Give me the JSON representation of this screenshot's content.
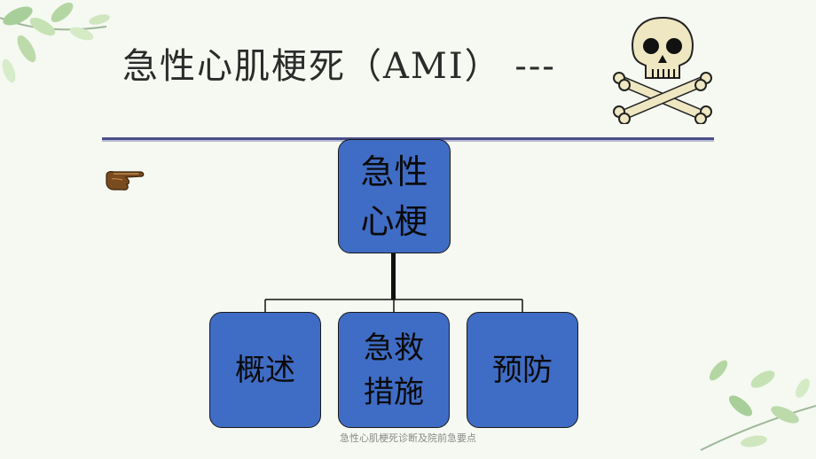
{
  "slide": {
    "title": "急性心肌梗死（AMI） ---",
    "footer": "急性心肌梗死诊断及院前急要点"
  },
  "diagram": {
    "root": "急性心梗",
    "children": [
      "概述",
      "急救措施",
      "预防"
    ]
  },
  "decorations": {
    "title_icon": "skull-crossbones-icon",
    "bullet_icon": "pointing-hand-icon",
    "corner_art": "leaf-branch"
  },
  "colors": {
    "node_fill": "#3f6cc4",
    "rule": "#4a4f8a"
  }
}
